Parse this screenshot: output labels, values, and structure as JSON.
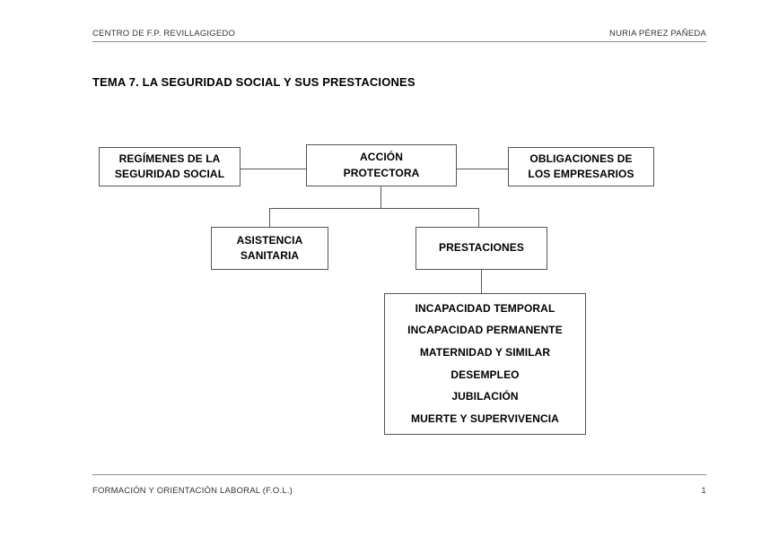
{
  "header": {
    "left": "CENTRO DE F.P. REVILLAGIGEDO",
    "right": "NURIA PÉREZ PAÑEDA"
  },
  "title": "TEMA 7. LA SEGURIDAD SOCIAL Y SUS PRESTACIONES",
  "diagram": {
    "nodes": {
      "regimenes": {
        "line1": "REGÍMENES DE LA",
        "line2": "SEGURIDAD SOCIAL"
      },
      "accion": {
        "line1": "ACCIÓN",
        "line2": "PROTECTORA"
      },
      "obligaciones": {
        "line1": "OBLIGACIONES DE",
        "line2": "LOS EMPRESARIOS"
      },
      "asistencia": {
        "line1": "ASISTENCIA",
        "line2": "SANITARIA"
      },
      "prestaciones": {
        "line1": "PRESTACIONES"
      },
      "lista": {
        "items": [
          "INCAPACIDAD TEMPORAL",
          "INCAPACIDAD PERMANENTE",
          "MATERNIDAD Y SIMILAR",
          "DESEMPLEO",
          "JUBILACIÓN",
          "MUERTE Y SUPERVIVENCIA"
        ],
        "item_0": "INCAPACIDAD TEMPORAL",
        "item_1": "INCAPACIDAD PERMANENTE",
        "item_2": "MATERNIDAD Y SIMILAR",
        "item_3": "DESEMPLEO",
        "item_4": "JUBILACIÓN",
        "item_5": "MUERTE Y SUPERVIVENCIA"
      }
    },
    "colors": {
      "stroke": "#555555",
      "rule": "#8d8d8d",
      "text": "#000000",
      "background": "#ffffff"
    }
  },
  "footer": {
    "left": "FORMACIÓN Y ORIENTACIÓN LABORAL (F.O.L.)",
    "page_number": "1"
  }
}
